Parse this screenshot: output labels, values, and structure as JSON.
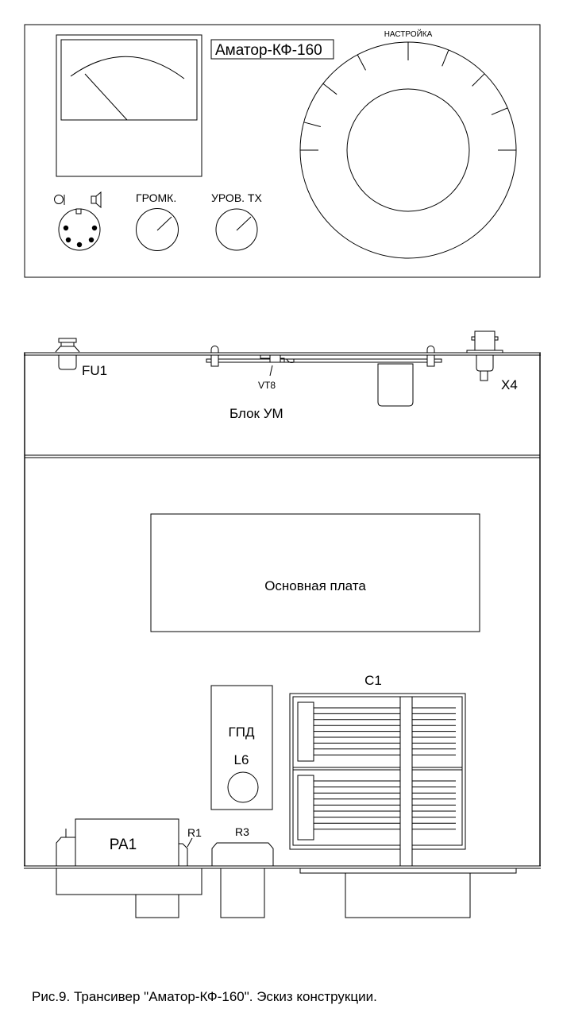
{
  "front_panel": {
    "model_label": "Аматор-КФ-160",
    "tuning_label": "НАСТРОЙКА",
    "volume_label": "ГРОМК.",
    "tx_level_label": "УРОВ. ТХ",
    "headphone_icon": "headphone-icon",
    "speaker_icon": "speaker-icon"
  },
  "chassis": {
    "pa_block_label": "Блок УМ",
    "fuse_label": "FU1",
    "transistor_label": "VT8",
    "connector_label": "X4",
    "main_board_label": "Основная плата",
    "vfo_label": "ГПД",
    "coil_label": "L6",
    "capacitor_label": "C1",
    "meter_label": "PA1",
    "r1_label": "R1",
    "r3_label": "R3"
  },
  "caption": "Рис.9. Трансивер \"Аматор-КФ-160\". Эскиз конструкции."
}
